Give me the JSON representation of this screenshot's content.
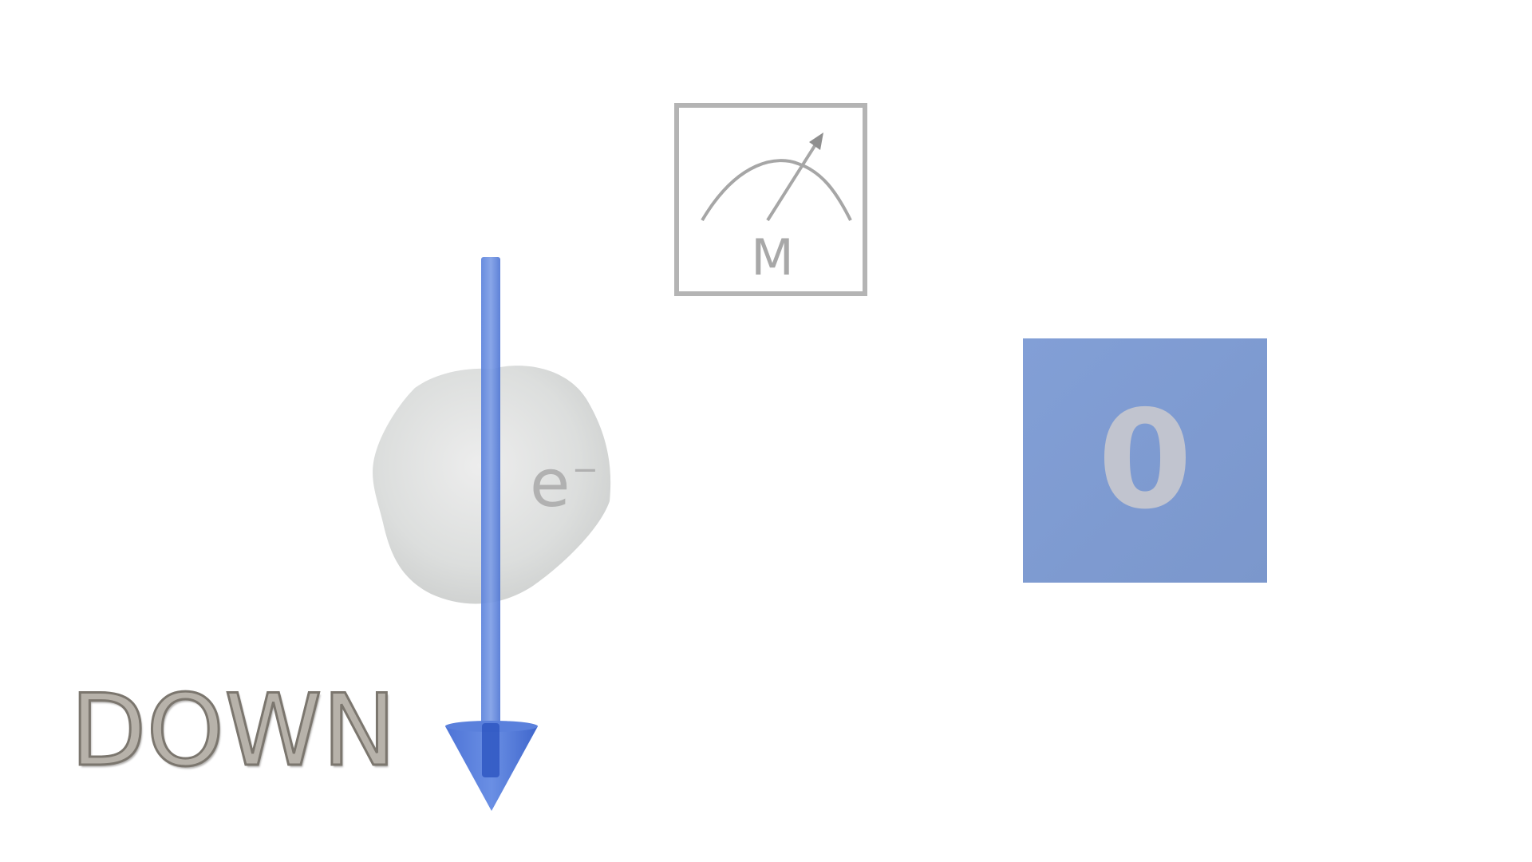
{
  "spin_state": {
    "label": "DOWN",
    "arrow_direction": "down",
    "arrow_color": "#4a73d6"
  },
  "particle": {
    "symbol": "e",
    "charge": "−"
  },
  "meter": {
    "label": "M",
    "icon": "measurement-meter-icon",
    "frame_color": "#b4b4b4"
  },
  "result": {
    "value": "0",
    "box_color": "#7f9cd3"
  }
}
